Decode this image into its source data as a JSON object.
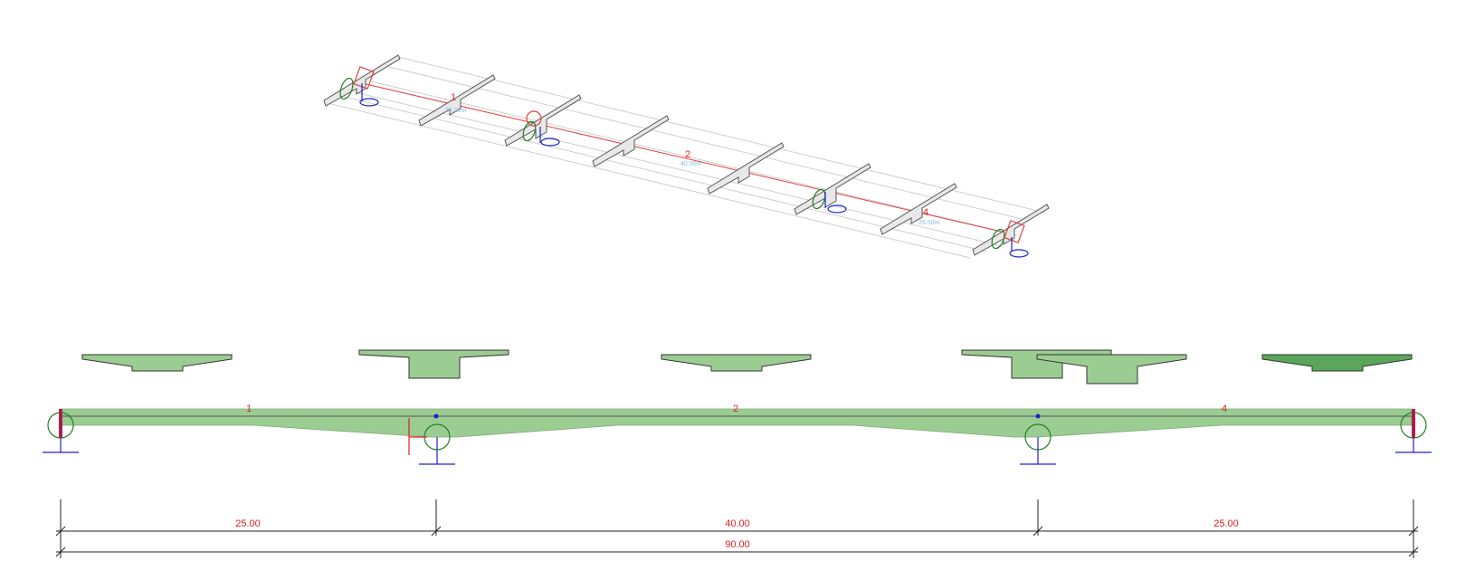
{
  "palette": {
    "section_fill": "#9bcc92",
    "section_fill_dark": "#5aa65a",
    "section_stroke": "#333333",
    "beam_fill": "#9bcc92",
    "member_line": "#e04040",
    "support_blue": "#2020d0",
    "support_green": "#208020",
    "dim_line": "#222222",
    "dim_text": "#e02020",
    "wire": "#c8c8c8"
  },
  "iso_view": {
    "member_labels": [
      "1",
      "2",
      "4"
    ],
    "length_labels": [
      "25.00m",
      "40.00m",
      "25.00m"
    ]
  },
  "elevation": {
    "span_labels": [
      "1",
      "2",
      "4"
    ]
  },
  "dimensions": {
    "spans": [
      "25.00",
      "40.00",
      "25.00"
    ],
    "total": "90.00"
  }
}
